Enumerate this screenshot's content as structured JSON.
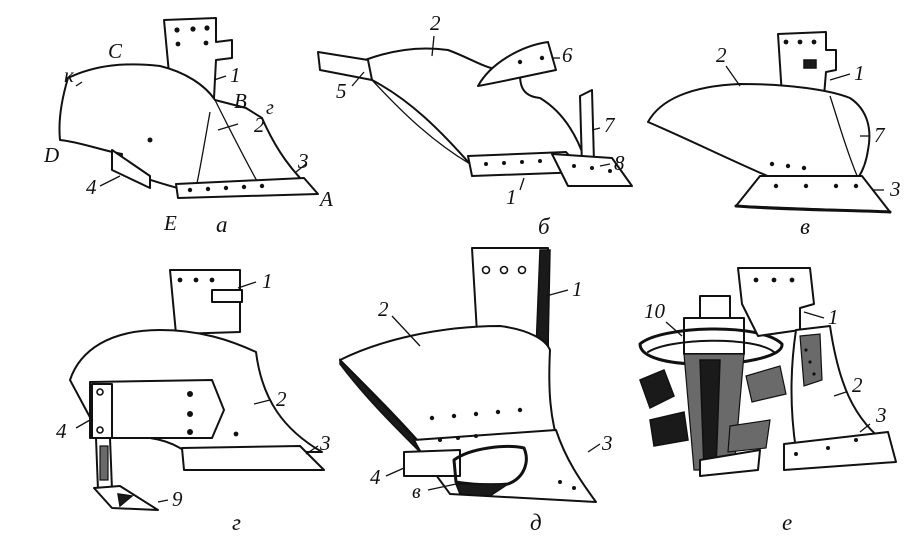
{
  "panels": {
    "a": {
      "caption": "а",
      "labels": {
        "n1": "1",
        "n2": "2",
        "n3": "3",
        "n4": "4",
        "A": "A",
        "B": "B",
        "C": "C",
        "D": "D",
        "E": "E",
        "k": "к",
        "g": "г"
      }
    },
    "b": {
      "caption": "б",
      "labels": {
        "n1": "1",
        "n2": "2",
        "n5": "5",
        "n6": "6",
        "n7": "7",
        "n8": "8"
      }
    },
    "v": {
      "caption": "в",
      "labels": {
        "n1": "1",
        "n2": "2",
        "n3": "3",
        "n7": "7"
      }
    },
    "g": {
      "caption": "г",
      "labels": {
        "n1": "1",
        "n2": "2",
        "n3": "3",
        "n4": "4",
        "n9": "9"
      }
    },
    "d": {
      "caption": "д",
      "labels": {
        "n1": "1",
        "n2": "2",
        "n3": "3",
        "n4": "4",
        "v": "в"
      }
    },
    "e": {
      "caption": "е",
      "labels": {
        "n1": "1",
        "n2": "2",
        "n3": "3",
        "n10": "10"
      }
    }
  }
}
